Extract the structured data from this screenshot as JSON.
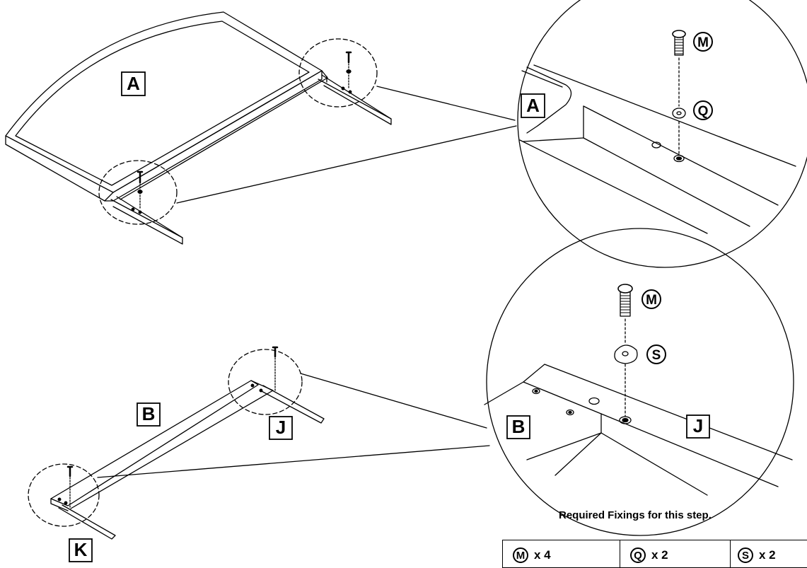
{
  "labels": {
    "top_panel": "A",
    "top_detail_panel": "A",
    "bolt_top_detail": "M",
    "washer_top_detail": "Q",
    "beam": "B",
    "leg_right": "J",
    "leg_left": "K",
    "beam_detail": "B",
    "leg_detail": "J",
    "bolt_bottom_detail": "M",
    "washer_bottom_detail": "S"
  },
  "caption": "Required Fixings for this step.",
  "fixings": [
    {
      "code": "M",
      "qty": "x 4"
    },
    {
      "code": "Q",
      "qty": "x 2"
    },
    {
      "code": "S",
      "qty": "x 2"
    }
  ]
}
